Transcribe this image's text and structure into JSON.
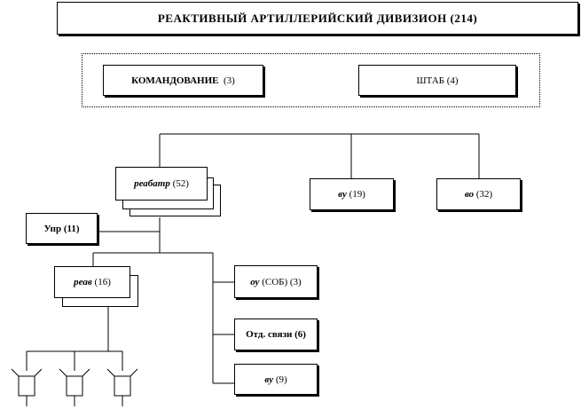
{
  "title": "РЕАКТИВНЫЙ АРТИЛЛЕРИЙСКИЙ ДИВИЗИОН (214)",
  "command": {
    "label": "КОМАНДОВАНИЕ",
    "count": "(3)"
  },
  "staff": {
    "label": "ШТАБ (4)"
  },
  "units": {
    "reabatr": {
      "abbr": "реабатр",
      "count": "(52)"
    },
    "vu": {
      "abbr": "ву",
      "count": "(19)"
    },
    "vo": {
      "abbr": "во",
      "count": "(32)"
    },
    "upr": {
      "label": "Упр (11)"
    },
    "reav": {
      "abbr": "реав",
      "count": "(16)"
    },
    "ou_sob": {
      "abbr": "оу",
      "count": "(СОБ) (3)"
    },
    "otd_svyazi": {
      "label": "Отд. связи (6)"
    },
    "vu9": {
      "abbr": "ву",
      "count": "(9)"
    }
  }
}
